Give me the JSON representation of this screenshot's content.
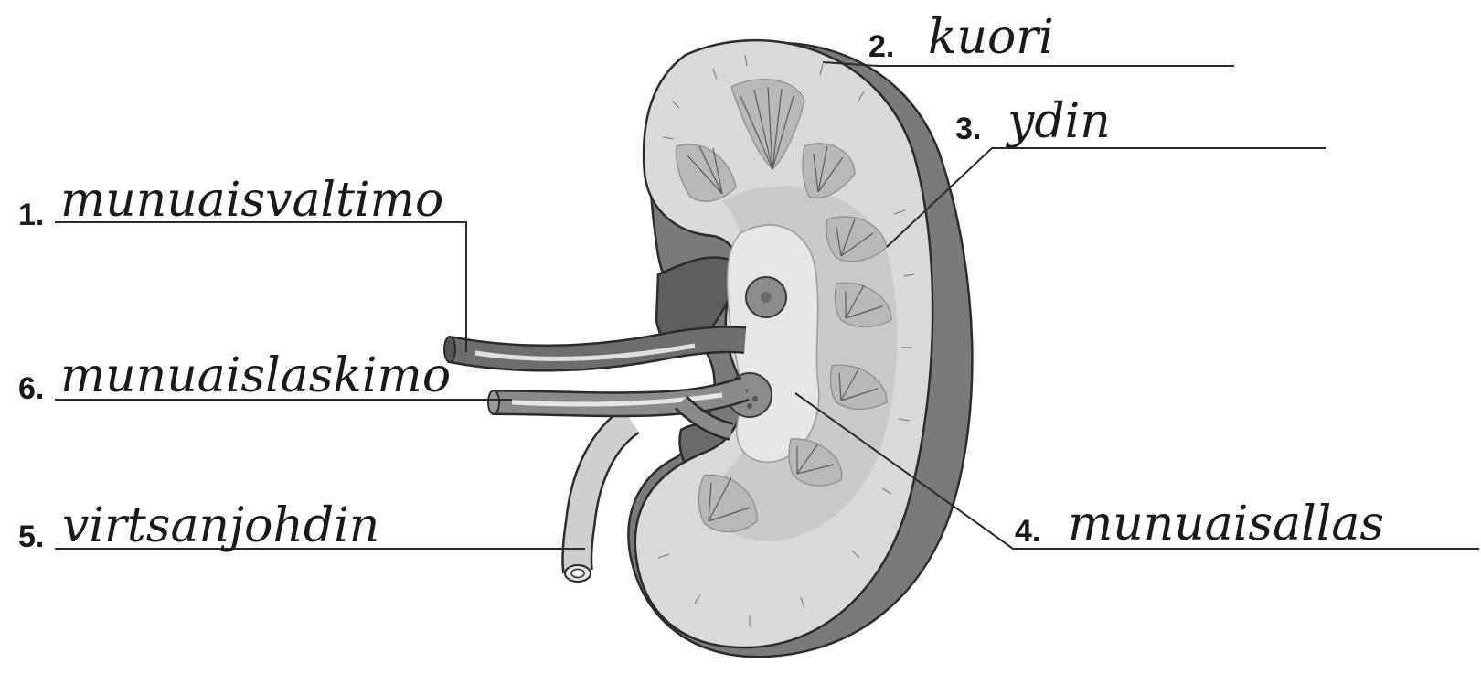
{
  "labels": [
    {
      "id": "1",
      "number": "1.",
      "answer": "munuaisvaltimo"
    },
    {
      "id": "2",
      "number": "2.",
      "answer": "kuori"
    },
    {
      "id": "3",
      "number": "3.",
      "answer": "ydin"
    },
    {
      "id": "4",
      "number": "4.",
      "answer": "munuaisallas"
    },
    {
      "id": "5",
      "number": "5.",
      "answer": "virtsanjohdin"
    },
    {
      "id": "6",
      "number": "6.",
      "answer": "munuaislaskimo"
    }
  ]
}
